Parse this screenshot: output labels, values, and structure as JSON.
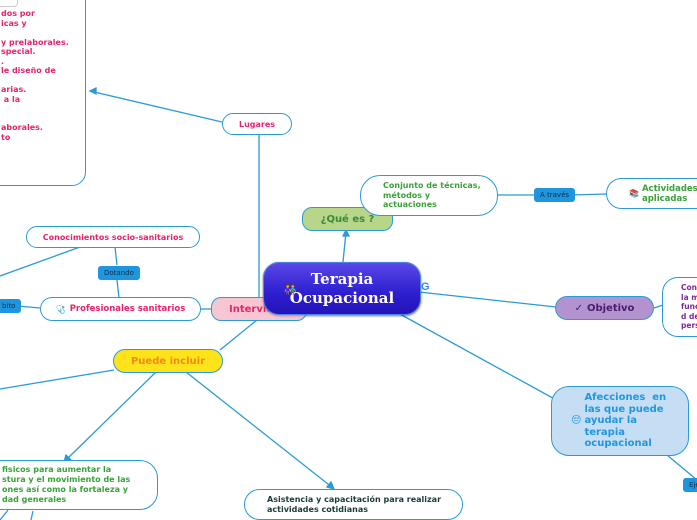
{
  "central": {
    "title_line1": "Terapia",
    "title_line2": "Ocupacional",
    "icon": "people-icon",
    "side_icon": "google-icon"
  },
  "top_left_box": {
    "lines": [
      "dos por",
      "icas y",
      "",
      "y prelaborales.",
      "special.",
      ".",
      "le diseño de",
      "",
      "arias.",
      " a la",
      "",
      "",
      "aborales.",
      "to"
    ]
  },
  "nodes": {
    "lugares": "Lugares",
    "que_es": "¿Qué es ?",
    "conjunto": "Conjunto de técnicas, métodos y actuaciones",
    "actividades": "Actividades aplicadas",
    "objetivo": "Objetivo",
    "objetivo_text": [
      "Con",
      "la m",
      "func",
      "d de",
      "pers"
    ],
    "conocimientos": "Conocimientos socio-sanitarios",
    "profesionales": "Profesionales sanitarios",
    "intervienen": "Intervie",
    "puede_incluir": "Puede incluir",
    "ejercicios": [
      "fisicos para aumentar la",
      "stura y el movimiento de las",
      "ones así como la fortaleza y",
      "dad generales"
    ],
    "asistencia": "Asistencia y capacitación para realizar actividades cotidianas",
    "afecciones": "Afecciones  en las que puede ayudar la terapia ocupacional"
  },
  "labels": {
    "a_traves": "A través",
    "dotando": "Dotando",
    "ambito": "bito",
    "ejemplo": "Eje"
  },
  "icons": {
    "objetivo": "✓",
    "afecciones": "😔",
    "actividades": "📚",
    "profesionales": "🩺"
  },
  "colors": {
    "line": "#2a9bd7",
    "central_bg": "#3a2ad8",
    "que_es_bg": "#b7d68a",
    "objetivo_bg": "#b293cf",
    "intervienen_bg": "#f7c6d2",
    "puede_incluir_bg": "#ffe31a",
    "afecciones_bg": "#c5def3"
  }
}
